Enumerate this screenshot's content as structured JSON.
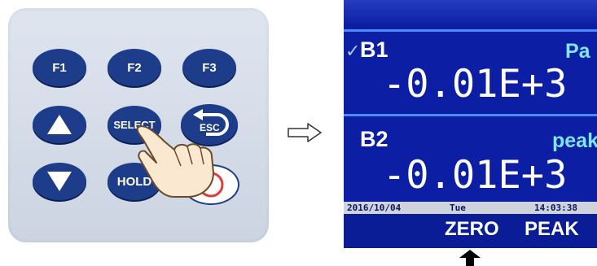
{
  "keypad": {
    "keys": {
      "f1": "F1",
      "f2": "F2",
      "f3": "F3",
      "select": "SELECT",
      "esc": "ESC",
      "hold": "HOLD"
    },
    "colors": {
      "key": "#1d3d8a",
      "panel": "#d6dce8"
    },
    "icons": [
      "up-arrow-icon",
      "down-arrow-icon",
      "return-arrow-icon",
      "power-icon",
      "pointing-hand-icon"
    ]
  },
  "display": {
    "channel1": {
      "check": "✓",
      "name": "B1",
      "unit": "Pa",
      "value": "-0.01E+3"
    },
    "channel2": {
      "name": "B2",
      "unit": "peak",
      "value": "-0.01E+3"
    },
    "status": {
      "date": "2016/10/04",
      "day": "Tue",
      "time": "14:03:38"
    },
    "softkeys": {
      "zero": "ZERO",
      "peak": "PEAK"
    },
    "colors": {
      "screen": "#0c1fa4",
      "accent": "#7fe6ff",
      "status_bar": "#cfd3dc"
    }
  }
}
